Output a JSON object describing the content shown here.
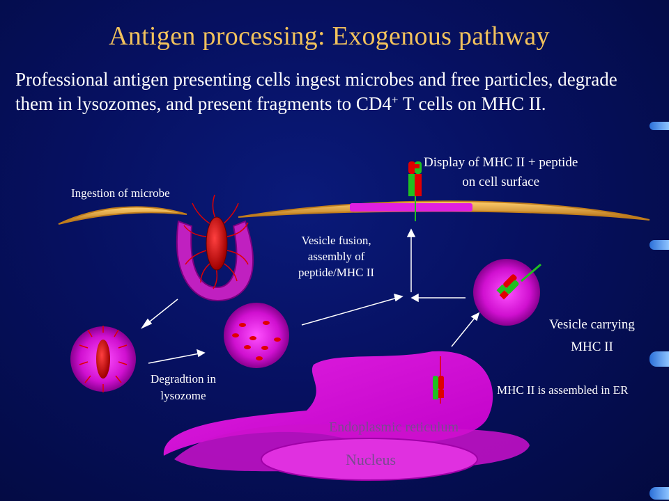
{
  "title": "Antigen processing: Exogenous pathway",
  "subtitle": {
    "text": "Professional antigen presenting cells ingest microbes and free particles, degrade them in lysozomes, and present fragments to CD4",
    "sup": "+",
    "tail": "T cells on MHC II."
  },
  "labels": {
    "ingestion": "Ingestion of microbe",
    "display_line1": "Display of MHC II + peptide",
    "display_line2": "on cell surface",
    "fusion_line1": "Vesicle fusion,",
    "fusion_line2": "assembly of",
    "fusion_line3": "peptide/MHC II",
    "degradation_line1": "Degradtion in",
    "degradation_line2": "lysozome",
    "vesicle_line1": "Vesicle carrying",
    "vesicle_line2": "MHC II",
    "er_assembly": "MHC II is assembled in ER",
    "er": "Endoplasmic reticulum",
    "nucleus": "Nucleus"
  },
  "colors": {
    "title": "#f2c25c",
    "background": "#061060",
    "membrane": "#e8a030",
    "cell_magenta": "#e020e0",
    "microbe_red": "#e00000",
    "mhc_green": "#20c020"
  }
}
